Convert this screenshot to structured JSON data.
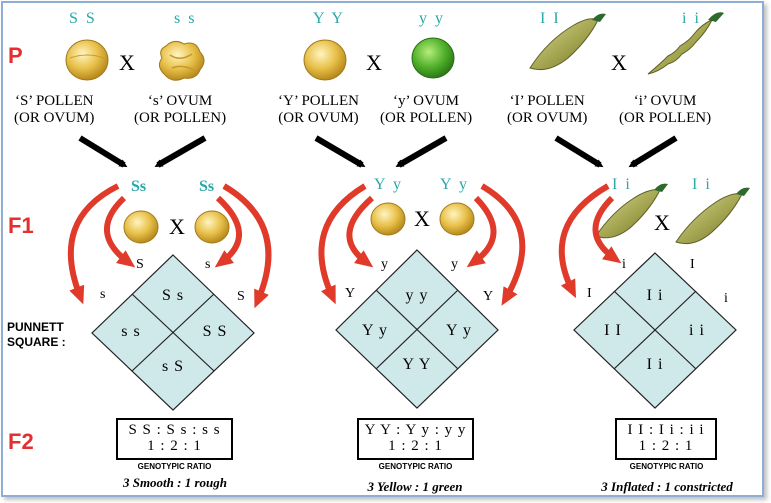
{
  "rows": {
    "p": "P",
    "f1": "F1",
    "f2": "F2"
  },
  "cross_symbol": "X",
  "punnett_label": [
    "PUNNETT",
    "SQUARE :"
  ],
  "genotypic_ratio_label": "GENOTYPIC RATIO",
  "crosses": [
    {
      "name": "seed-shape",
      "parents": [
        "S S",
        "s s"
      ],
      "pollen": [
        "‘S’ POLLEN",
        "(OR OVUM)"
      ],
      "ovum": [
        "‘s’ OVUM",
        "(OR POLLEN)"
      ],
      "f1": [
        "Ss",
        "Ss"
      ],
      "gametes_top": [
        "S",
        "s"
      ],
      "gametes_side": [
        "s",
        "S"
      ],
      "cells": {
        "top": "S s",
        "left": "s s",
        "right": "S S",
        "bottom": "s S"
      },
      "ratio": [
        "S S : S s : s s",
        "1 : 2 : 1"
      ],
      "result": "3 Smooth : 1 rough",
      "colors": {
        "parent_dominant": "#e8c24a",
        "parent_recessive": "#e9cf7a"
      }
    },
    {
      "name": "seed-color",
      "parents": [
        "Y Y",
        "y y"
      ],
      "pollen": [
        "‘Y’ POLLEN",
        "(OR OVUM)"
      ],
      "ovum": [
        "‘y’ OVUM",
        "(OR POLLEN)"
      ],
      "f1": [
        "Y y",
        "Y y"
      ],
      "gametes_top": [
        "y",
        "y"
      ],
      "gametes_side": [
        "Y",
        "Y"
      ],
      "cells": {
        "top": "y y",
        "left": "Y y",
        "right": "Y y",
        "bottom": "Y Y"
      },
      "ratio": [
        "Y Y : Y y : y y",
        "1 : 2 : 1"
      ],
      "result": "3 Yellow : 1 green",
      "colors": {
        "parent_dominant": "#e8c24a",
        "parent_recessive": "#58b82a"
      }
    },
    {
      "name": "pod-shape",
      "parents": [
        "I I",
        "i i"
      ],
      "pollen": [
        "‘I’ POLLEN",
        "(OR OVUM)"
      ],
      "ovum": [
        "‘i’ OVUM",
        "(OR POLLEN)"
      ],
      "f1": [
        "I i",
        "I i"
      ],
      "gametes_top": [
        "i",
        "I"
      ],
      "gametes_side": [
        "I",
        "i"
      ],
      "cells": {
        "top": "I i",
        "left": "I I",
        "right": "i i",
        "bottom": "I i"
      },
      "ratio": [
        "I I : I i : i i",
        "1 : 2 : 1"
      ],
      "result": "3 Inflated : 1 constricted",
      "colors": {
        "pod": "#a8a85a",
        "stem": "#2e6a2e"
      }
    }
  ],
  "colors": {
    "generation_labels": "#e32f2f",
    "genotypes": "#2aa7a7",
    "punnett_fill": "#cfe8ea",
    "red_arrows": "#e03a2a",
    "black_arrows": "#000000",
    "frame": "#8eaed6"
  }
}
